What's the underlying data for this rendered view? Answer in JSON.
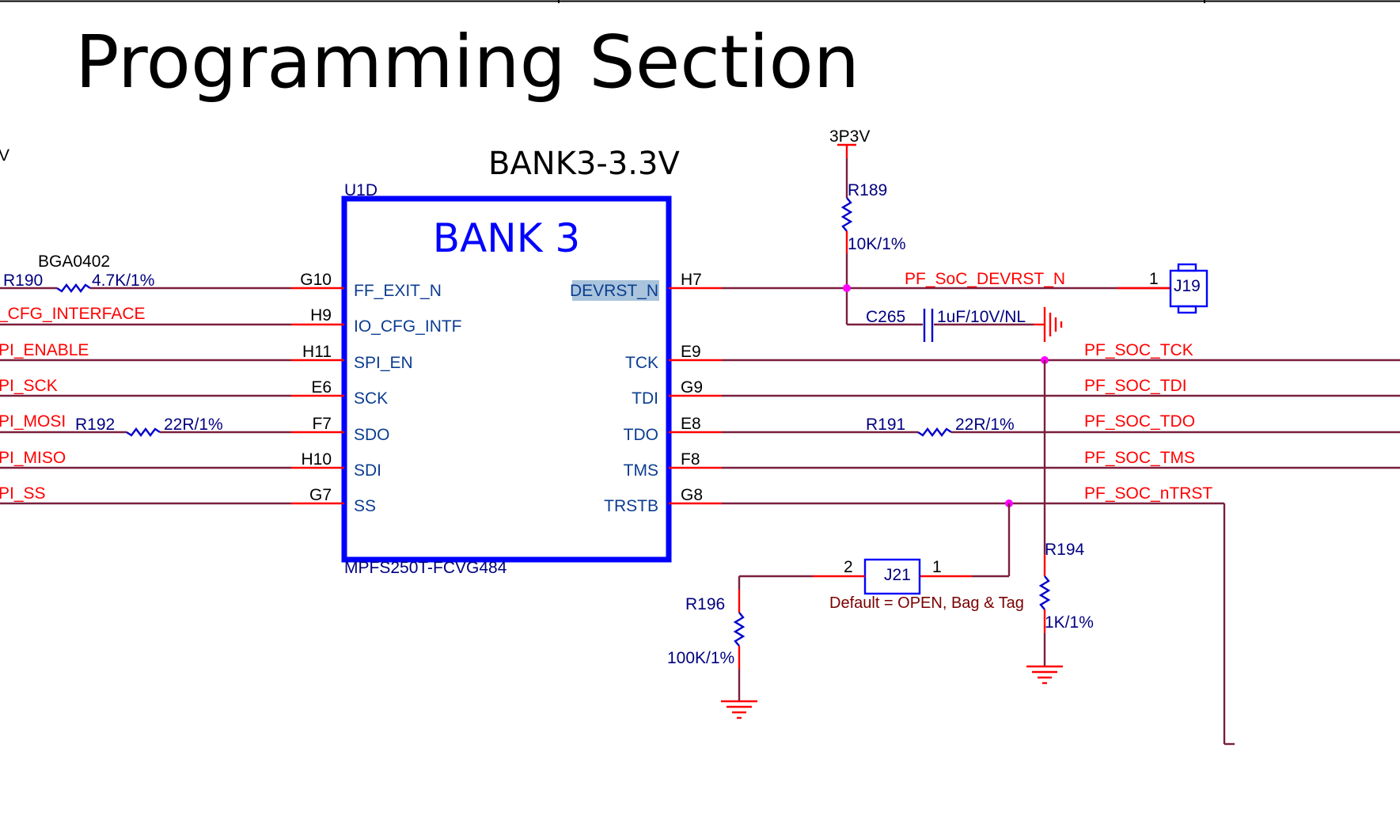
{
  "title": "Programming Section",
  "bank_label": "BANK3-3.3V",
  "left_edge_text": "V",
  "ic": {
    "refdes": "U1D",
    "title": "BANK 3",
    "part": "MPFS250T-FCVG484",
    "left_pins": [
      {
        "num": "G10",
        "name": "FF_EXIT_N"
      },
      {
        "num": "H9",
        "name": "IO_CFG_INTF"
      },
      {
        "num": "H11",
        "name": "SPI_EN"
      },
      {
        "num": "E6",
        "name": "SCK"
      },
      {
        "num": "F7",
        "name": "SDO"
      },
      {
        "num": "H10",
        "name": "SDI"
      },
      {
        "num": "G7",
        "name": "SS"
      }
    ],
    "right_pins": [
      {
        "num": "H7",
        "name": "DEVRST_N"
      },
      {
        "num": "E9",
        "name": "TCK"
      },
      {
        "num": "G9",
        "name": "TDI"
      },
      {
        "num": "E8",
        "name": "TDO"
      },
      {
        "num": "F8",
        "name": "TMS"
      },
      {
        "num": "G8",
        "name": "TRSTB"
      }
    ]
  },
  "left_nets": [
    "_CFG_INTERFACE",
    "PI_ENABLE",
    "PI_SCK",
    "PI_MOSI",
    "PI_MISO",
    "PI_SS"
  ],
  "right_nets": {
    "devrst": "PF_SoC_DEVRST_N",
    "tck": "PF_SOC_TCK",
    "tdi": "PF_SOC_TDI",
    "tdo": "PF_SOC_TDO",
    "tms": "PF_SOC_TMS",
    "ntrst": "PF_SOC_nTRST"
  },
  "components": {
    "r190": {
      "ref": "R190",
      "value": "4.7K/1%",
      "footprint": "BGA0402"
    },
    "r192": {
      "ref": "R192",
      "value": "22R/1%"
    },
    "r189": {
      "ref": "R189",
      "value": "10K/1%"
    },
    "r191": {
      "ref": "R191",
      "value": "22R/1%"
    },
    "r194": {
      "ref": "R194",
      "value": "1K/1%"
    },
    "r196": {
      "ref": "R196",
      "value": "100K/1%"
    },
    "c265": {
      "ref": "C265",
      "value": "1uF/10V/NL"
    },
    "j19": {
      "ref": "J19",
      "pin": "1"
    },
    "j21": {
      "ref": "J21",
      "pin_left": "2",
      "pin_right": "1",
      "note": "Default = OPEN, Bag & Tag"
    }
  },
  "power": {
    "rail": "3P3V"
  },
  "colors": {
    "wire": "#7a1f3d",
    "net": "#ff0000",
    "component": "#0000ff",
    "junction": "#ff00ff"
  }
}
